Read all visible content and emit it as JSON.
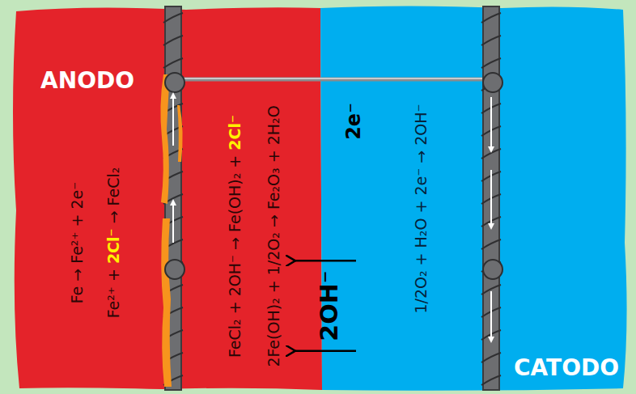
{
  "diagram": {
    "nodes": [
      {
        "text": [
          "ANODO",
          "Fe → Fe²⁺ + 2e⁻",
          "Fe²⁺ + 2Cl⁻ → FeCl₂",
          "FeCl₂ + 2OH⁻ → Fe(OH)₂ + 2Cl⁻",
          "2Fe(OH)₂ + 1/2O₂ → Fe₂O₃ + 2H₂O"
        ]
      },
      {
        "text": [
          "CATODO",
          "1/2O₂ + H₂O + 2e⁻ → 2OH⁻"
        ]
      }
    ],
    "edges": [
      {
        "from": 1,
        "to": 0,
        "arrow": "to",
        "label": "2OH⁻"
      }
    ],
    "labels": [
      "2e⁻"
    ]
  }
}
